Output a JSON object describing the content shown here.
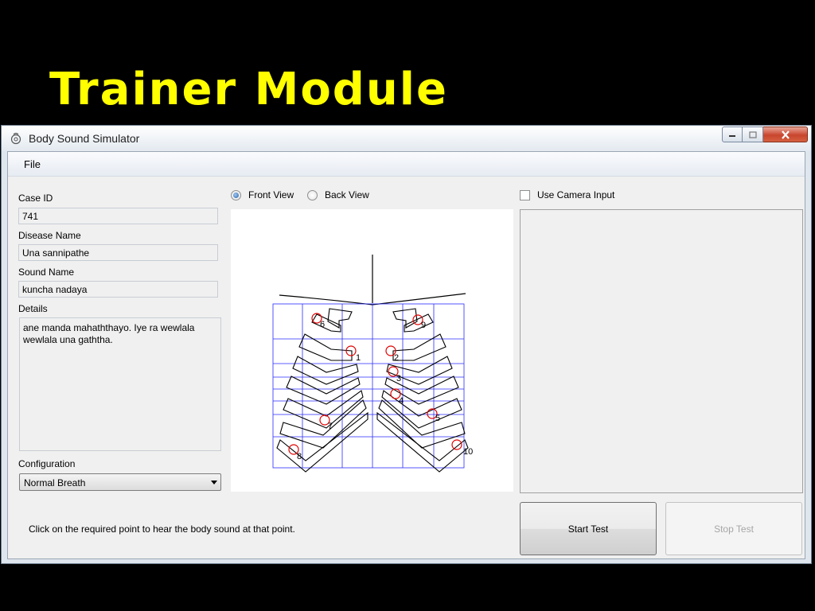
{
  "slide": {
    "title": "Trainer Module"
  },
  "window": {
    "title": "Body Sound Simulator"
  },
  "menu": {
    "file": "File"
  },
  "form": {
    "case_id_label": "Case ID",
    "case_id_value": "741",
    "disease_label": "Disease Name",
    "disease_value": "Una sannipathe",
    "sound_label": "Sound Name",
    "sound_value": "kuncha nadaya",
    "details_label": "Details",
    "details_value": "ane manda mahaththayo. Iye ra wewlala wewlala una gaththa.",
    "config_label": "Configuration",
    "config_value": "Normal Breath"
  },
  "view": {
    "front": "Front View",
    "back": "Back View",
    "selected": "front"
  },
  "camera": {
    "label": "Use Camera Input",
    "checked": false
  },
  "points": [
    "1",
    "2",
    "3",
    "4",
    "5",
    "6",
    "7",
    "8",
    "9",
    "10"
  ],
  "buttons": {
    "start": "Start Test",
    "stop": "Stop Test"
  },
  "status": "Click on the required point to hear the body sound at that point.",
  "colors": {
    "slide_title": "#ffff00",
    "grid": "#2a2aff",
    "point_marker": "#e00000"
  }
}
